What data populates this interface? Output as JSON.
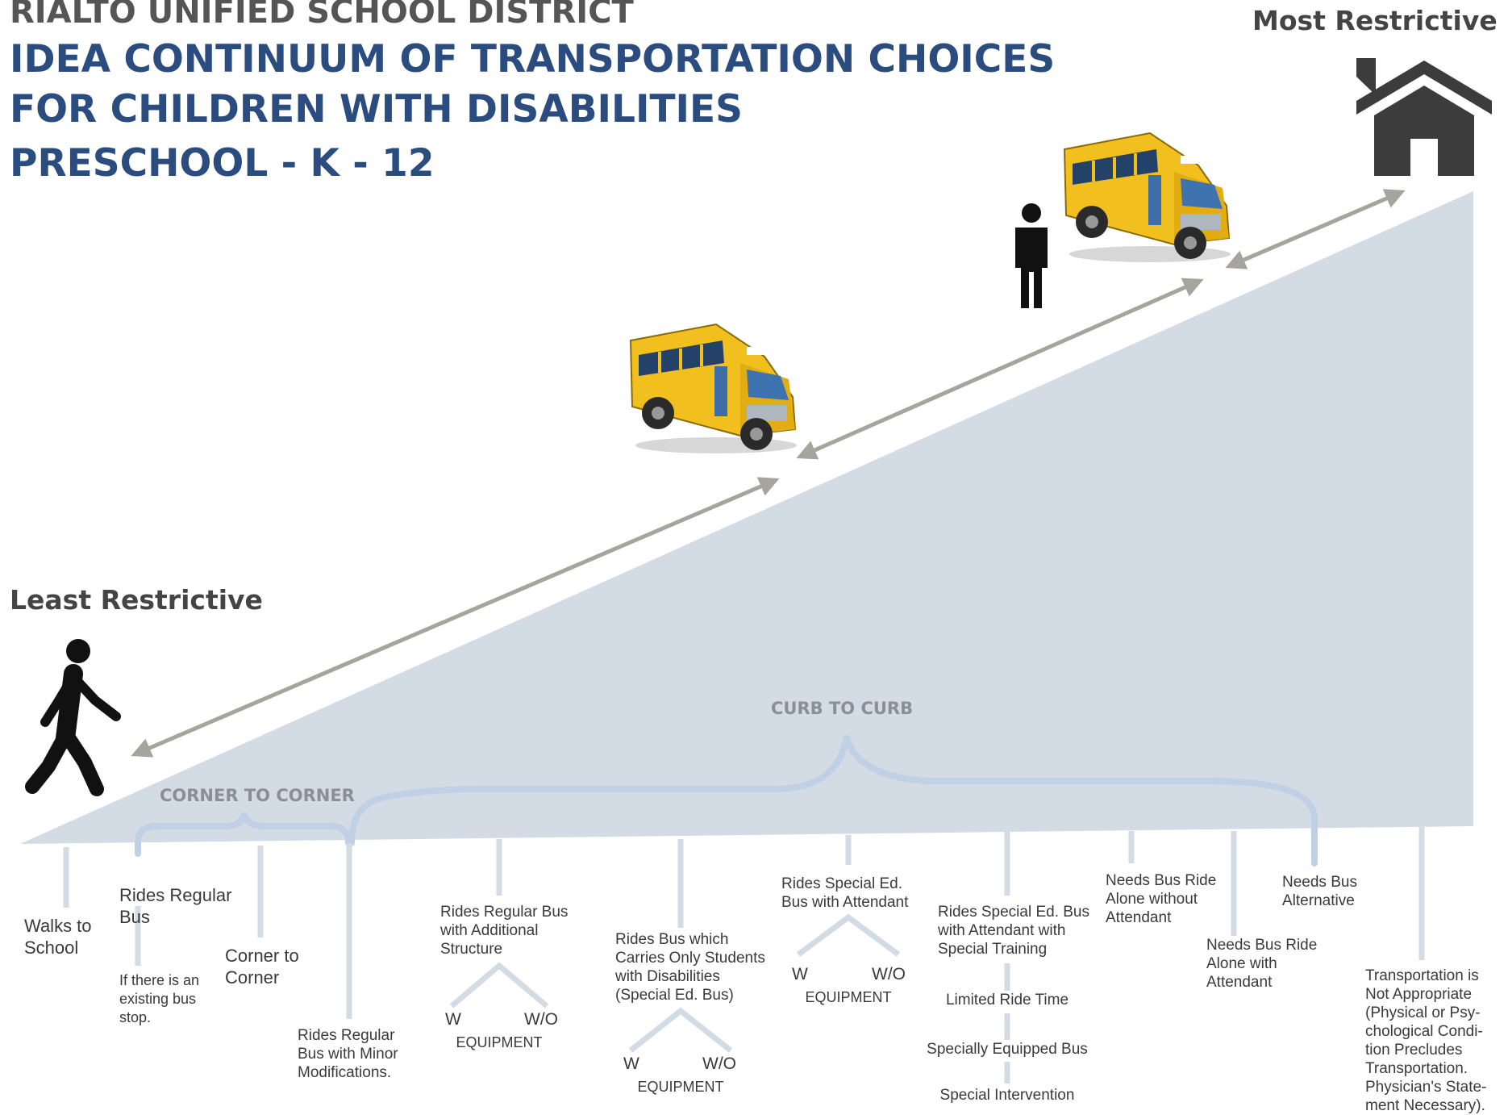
{
  "header": {
    "district": "RIALTO UNIFIED SCHOOL DISTRICT",
    "title_line1": "IDEA CONTINUUM OF TRANSPORTATION CHOICES",
    "title_line2": "FOR CHILDREN WITH DISABILITIES",
    "title_line3": "PRESCHOOL - K - 12"
  },
  "ends": {
    "least": "Least Restrictive",
    "most": "Most Restrictive"
  },
  "groups": {
    "corner": "CORNER TO CORNER",
    "curb": "CURB TO CURB"
  },
  "options": {
    "walks": "Walks to School",
    "rides_regular": "Rides Regular Bus",
    "existing_stop": "If there is an existing bus stop.",
    "corner_to_corner": "Corner to Corner",
    "minor_mods": "Rides Regular Bus with Minor Modifications.",
    "additional_structure": "Rides Regular Bus with Additional Structure",
    "only_disabilities": "Rides Bus which Carries Only Students with Disabilities (Special Ed. Bus)",
    "sped_attendant": "Rides Special Ed. Bus with Attendant",
    "sped_training": "Rides Special Ed. Bus with Attendant with Special Training",
    "limited_ride": "Limited Ride Time",
    "specially_equipped": "Specially Equipped Bus",
    "special_intervention": "Special Intervention",
    "alone_without": "Needs Bus Ride Alone without Attendant",
    "alone_with": "Needs Bus Ride Alone with Attendant",
    "alternative": "Needs Bus Alternative",
    "not_appropriate": "Transportation is Not Appropriate (Physical or Psy-chological Condi-tion Precludes Transportation. Physician's State-ment Necessary)."
  },
  "equipment": {
    "with": "W",
    "without": "W/O",
    "label": "EQUIPMENT"
  },
  "icons": [
    "walking-person-icon",
    "standing-person-icon",
    "school-bus-icon",
    "house-icon",
    "double-arrow-icon"
  ],
  "colors": {
    "title_blue": "#2a4c7e",
    "ramp": "#d3dbe5",
    "bracket": "#c0d1e6",
    "arrow": "#a5a59e",
    "bus_yellow": "#f2c01e",
    "icon_dark": "#3c3c3c"
  }
}
